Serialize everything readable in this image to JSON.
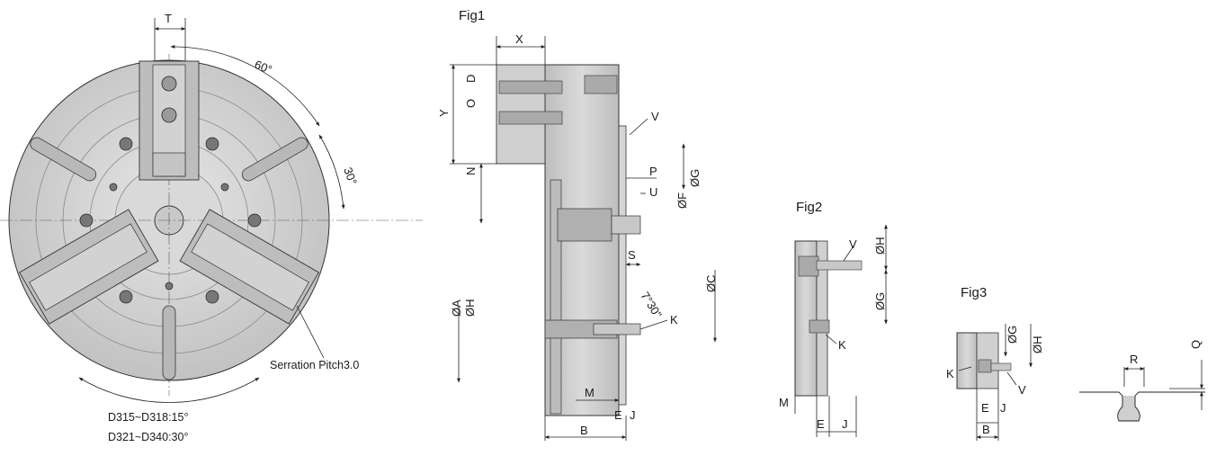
{
  "figures": {
    "fig1": "Fig1",
    "fig2": "Fig2",
    "fig3": "Fig3"
  },
  "front_view": {
    "angle_60": "60°",
    "angle_30": "30°",
    "t_label": "T",
    "serration_note": "Serration Pitch3.0",
    "pitch_note_1": "D315~D318:15°",
    "pitch_note_2": "D321~D340:30°"
  },
  "fig1_labels": {
    "X": "X",
    "Y": "Y",
    "D": "D",
    "O": "O",
    "N": "N",
    "V": "V",
    "P": "P",
    "phiG": "ØG",
    "phiF": "ØF",
    "U": "U",
    "S": "S",
    "angle": "7°30\"",
    "phiC": "ØC",
    "phiA": "ØA",
    "phiH": "ØH",
    "K": "K",
    "M": "M",
    "E": "E",
    "J": "J",
    "B": "B"
  },
  "fig2_labels": {
    "V": "V",
    "phiH": "ØH",
    "phiG": "ØG",
    "K": "K",
    "M": "M",
    "E": "E",
    "J": "J"
  },
  "fig3_labels": {
    "phiG": "ØG",
    "phiH": "ØH",
    "K": "K",
    "V": "V",
    "E": "E",
    "J": "J",
    "B": "B",
    "R": "R",
    "Q": "Q"
  },
  "colors": {
    "body": "#c9c9c9",
    "body_light": "#dcdcdc",
    "body_dark": "#a8a8a8",
    "line": "#222222"
  }
}
